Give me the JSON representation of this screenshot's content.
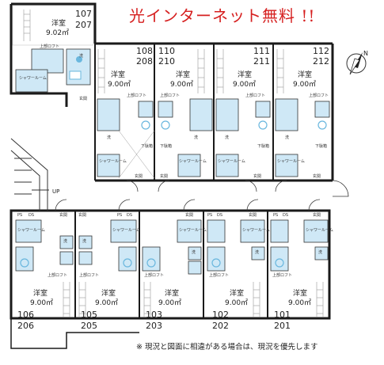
{
  "banner": "光インターネット無料 !!",
  "footnote": "※ 現況と図面に相違がある場合は、現況を優先します",
  "compass_label": "N",
  "stair_label": "UP",
  "room_type": "洋室",
  "small_labels": {
    "shower": "シャワールーム",
    "ps": "PS",
    "ds": "DS",
    "entrance": "玄関",
    "loft": "上部ロフト",
    "shoebox": "下駄箱",
    "wash": "洗"
  },
  "units": [
    {
      "id": "unit-107-207",
      "numbers": [
        "107",
        "207"
      ],
      "room": "洋室",
      "area": "9.02㎡"
    },
    {
      "id": "unit-108-208",
      "numbers": [
        "108",
        "208"
      ],
      "room": "洋室",
      "area": "9.00㎡"
    },
    {
      "id": "unit-110-210",
      "numbers": [
        "110",
        "210"
      ],
      "room": "洋室",
      "area": "9.00㎡"
    },
    {
      "id": "unit-111-211",
      "numbers": [
        "111",
        "211"
      ],
      "room": "洋室",
      "area": "9.00㎡"
    },
    {
      "id": "unit-112-212",
      "numbers": [
        "112",
        "212"
      ],
      "room": "洋室",
      "area": "9.00㎡"
    },
    {
      "id": "unit-106-206",
      "numbers": [
        "106",
        "206"
      ],
      "room": "洋室",
      "area": "9.00㎡"
    },
    {
      "id": "unit-105-205",
      "numbers": [
        "105",
        "205"
      ],
      "room": "洋室",
      "area": "9.00㎡"
    },
    {
      "id": "unit-103-203",
      "numbers": [
        "103",
        "203"
      ],
      "room": "洋室",
      "area": "9.00㎡"
    },
    {
      "id": "unit-102-202",
      "numbers": [
        "102",
        "202"
      ],
      "room": "洋室",
      "area": "9.00㎡"
    },
    {
      "id": "unit-101-201",
      "numbers": [
        "101",
        "201"
      ],
      "room": "洋室",
      "area": "9.00㎡"
    }
  ],
  "colors": {
    "banner": "#d62020",
    "wall": "#1a1a1a",
    "wet_area": "#cfe8f6",
    "fixture": "#6ab7de",
    "line": "#333333"
  }
}
